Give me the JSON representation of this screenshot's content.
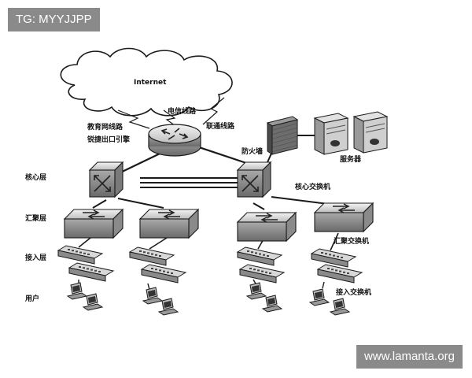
{
  "watermarks": {
    "top_left": "TG: MYYJJPP",
    "bottom_right": "www.lamanta.org"
  },
  "labels": {
    "internet": "Internet",
    "telecom_line": "电信线路",
    "edu_line": "教育网线路",
    "ruijie_engine": "锐捷出口引擎",
    "unicom_line": "联通线路",
    "firewall": "防火墙",
    "servers": "服务器",
    "core_layer": "核心层",
    "core_switch": "核心交换机",
    "aggregation_layer": "汇聚层",
    "aggregation_switch": "汇聚交换机",
    "access_layer": "接入层",
    "access_switch": "接入交换机",
    "users": "用户"
  },
  "colors": {
    "line": "#1a1a1a",
    "device_light": "#e6e6e6",
    "device_dark": "#7a7a7a",
    "cloud_fill": "#ffffff",
    "firewall_fill": "#6d6d6d",
    "watermark_bg": "#8a8a8a"
  }
}
